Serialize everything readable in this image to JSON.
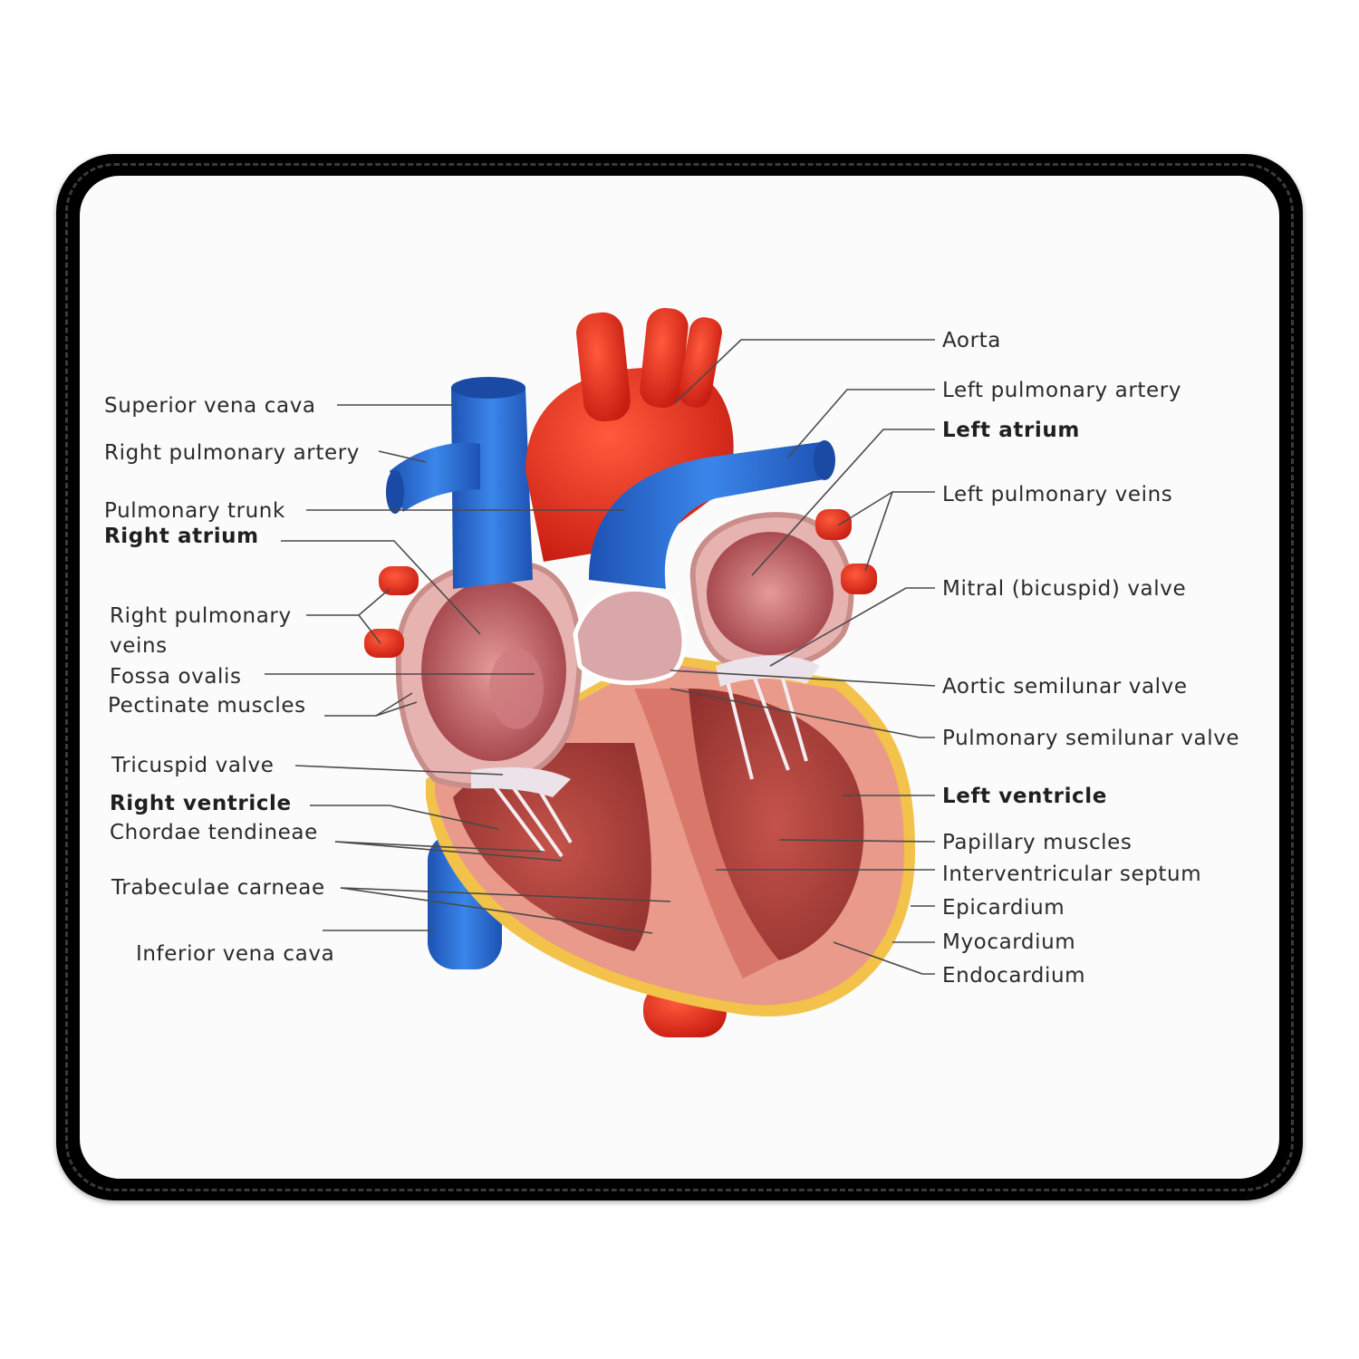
{
  "labels_left": {
    "superior_vena_cava": "Superior vena cava",
    "right_pulmonary_artery": "Right pulmonary artery",
    "pulmonary_trunk": "Pulmonary trunk",
    "right_atrium": "Right atrium",
    "right_pulmonary_veins_1": "Right pulmonary",
    "right_pulmonary_veins_2": "veins",
    "fossa_ovalis": "Fossa ovalis",
    "pectinate_muscles": "Pectinate muscles",
    "tricuspid_valve": "Tricuspid valve",
    "right_ventricle": "Right ventricle",
    "chordae_tendineae": "Chordae tendineae",
    "trabeculae_carneae": "Trabeculae carneae",
    "inferior_vena_cava": "Inferior vena cava"
  },
  "labels_right": {
    "aorta": "Aorta",
    "left_pulmonary_artery": "Left pulmonary artery",
    "left_atrium": "Left atrium",
    "left_pulmonary_veins": "Left pulmonary veins",
    "mitral_valve": "Mitral (bicuspid) valve",
    "aortic_semilunar_valve": "Aortic semilunar valve",
    "pulmonary_semilunar_valve": "Pulmonary semilunar valve",
    "left_ventricle": "Left ventricle",
    "papillary_muscles": "Papillary muscles",
    "interventricular_septum": "Interventricular septum",
    "epicardium": "Epicardium",
    "myocardium": "Myocardium",
    "endocardium": "Endocardium"
  },
  "colors": {
    "vein_blue": "#2b6fd6",
    "artery_red": "#e8321e",
    "muscle_pink": "#e99a8a",
    "chamber": "#b8565a",
    "fat_yellow": "#f2c24a",
    "pad_border": "#000000"
  }
}
